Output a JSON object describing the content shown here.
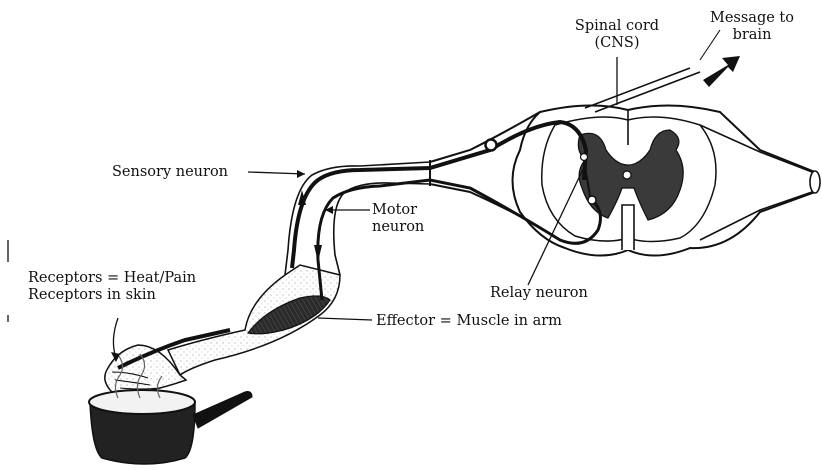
{
  "labels": {
    "spinal_cord": "Spinal cord",
    "cns": "(CNS)",
    "message_line1": "Message to",
    "message_line2": "brain",
    "sensory_neuron": "Sensory neuron",
    "motor_neuron_line1": "Motor",
    "motor_neuron_line2": "neuron",
    "relay_neuron": "Relay neuron",
    "receptors_line1": "Receptors = Heat/Pain",
    "receptors_line2": "Receptors in skin",
    "effector": "Effector = Muscle in arm"
  },
  "colors": {
    "ink": "#111111",
    "grey_matter": "#3a3a3a",
    "paper": "#ffffff",
    "muscle": "#2b2b2b"
  }
}
